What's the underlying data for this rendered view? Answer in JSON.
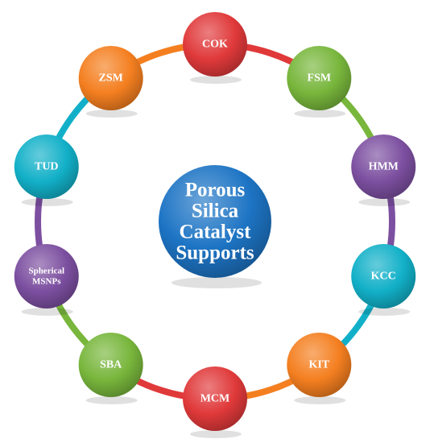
{
  "diagram": {
    "center": {
      "lines": [
        "Porous",
        "Silica",
        "Catalyst",
        "Supports"
      ],
      "color": "#1d74c4"
    },
    "nodes": [
      {
        "id": "cok",
        "lines": [
          "COK"
        ],
        "color": "#e0393a"
      },
      {
        "id": "fsm",
        "lines": [
          "FSM"
        ],
        "color": "#78b63c"
      },
      {
        "id": "hmm",
        "lines": [
          "HMM"
        ],
        "color": "#7c4fa0"
      },
      {
        "id": "kcc",
        "lines": [
          "KCC"
        ],
        "color": "#12b0c8"
      },
      {
        "id": "kit",
        "lines": [
          "KIT"
        ],
        "color": "#f47f20"
      },
      {
        "id": "mcm",
        "lines": [
          "MCM"
        ],
        "color": "#e0393a"
      },
      {
        "id": "sba",
        "lines": [
          "SBA"
        ],
        "color": "#78b63c"
      },
      {
        "id": "spherical-msnps",
        "lines": [
          "Spherical",
          "MSNPs"
        ],
        "color": "#7c4fa0"
      },
      {
        "id": "tud",
        "lines": [
          "TUD"
        ],
        "color": "#12b0c8"
      },
      {
        "id": "zsm",
        "lines": [
          "ZSM"
        ],
        "color": "#f47f20"
      }
    ],
    "arcs": [
      {
        "from": "cok",
        "to": "fsm",
        "color": "#e0393a"
      },
      {
        "from": "fsm",
        "to": "hmm",
        "color": "#78b63c"
      },
      {
        "from": "hmm",
        "to": "kcc",
        "color": "#7c4fa0"
      },
      {
        "from": "kcc",
        "to": "kit",
        "color": "#12b0c8"
      },
      {
        "from": "kit",
        "to": "mcm",
        "color": "#f47f20"
      },
      {
        "from": "mcm",
        "to": "sba",
        "color": "#e0393a"
      },
      {
        "from": "sba",
        "to": "spherical-msnps",
        "color": "#78b63c"
      },
      {
        "from": "spherical-msnps",
        "to": "tud",
        "color": "#7c4fa0"
      },
      {
        "from": "tud",
        "to": "zsm",
        "color": "#12b0c8"
      },
      {
        "from": "zsm",
        "to": "cok",
        "color": "#f47f20"
      }
    ]
  }
}
